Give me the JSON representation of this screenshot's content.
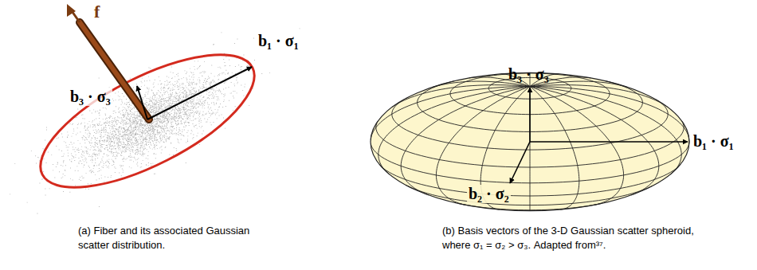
{
  "diagram": {
    "labels": [
      "f",
      "b₃ · σ₃",
      "b₁ · σ₁",
      "(a) Fiber and its associated Gaussian scatter distribution.",
      "b₃ · σ₃",
      "b₁ · σ₁",
      "b₂ · σ₂",
      "(b) Basis vectors of the 3-D Gaussian scatter spheroid, where σ₁ = σ₂ > σ₃. Adapted from³⁷."
    ]
  }
}
